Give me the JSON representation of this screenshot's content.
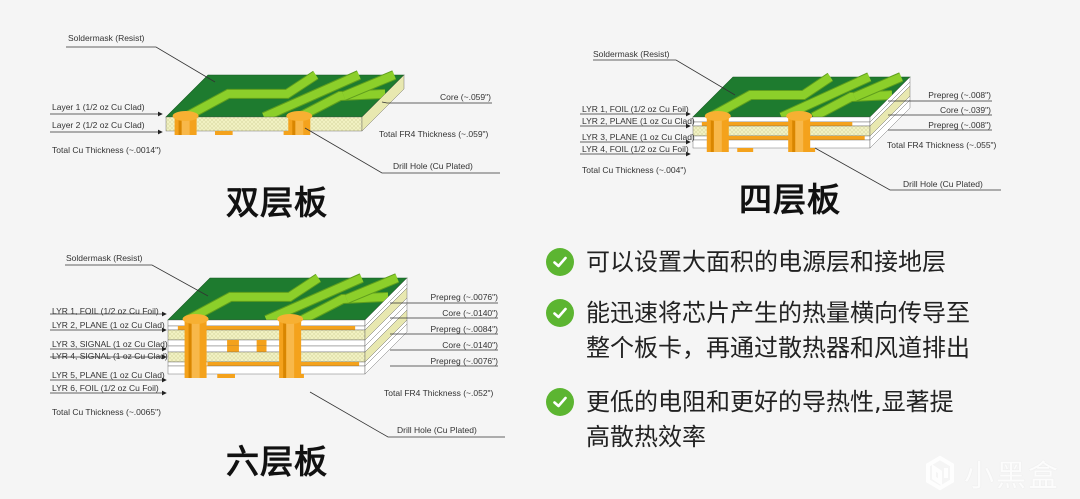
{
  "two_layer": {
    "title": "双层板",
    "soldermask": "Soldermask (Resist)",
    "layer1": "Layer 1 (1/2 oz Cu Clad)",
    "layer2": "Layer 2 (1/2 oz Cu Clad)",
    "total_cu": "Total Cu Thickness (~.0014\")",
    "core": "Core (~.059\")",
    "total_fr4": "Total FR4 Thickness (~.059\")",
    "drill": "Drill Hole (Cu Plated)"
  },
  "four_layer": {
    "title": "四层板",
    "soldermask": "Soldermask (Resist)",
    "layers": [
      "LYR 1, FOIL (1/2 oz Cu Foil)",
      "LYR 2, PLANE (1 oz Cu Clad)",
      "LYR 3, PLANE (1 oz Cu Clad)",
      "LYR 4, FOIL (1/2 oz Cu Foil)"
    ],
    "total_cu": "Total Cu Thickness (~.004\")",
    "right": [
      "Prepreg (~.008\")",
      "Core (~.039\")",
      "Prepreg (~.008\")"
    ],
    "total_fr4": "Total FR4 Thickness (~.055\")",
    "drill": "Drill Hole (Cu Plated)"
  },
  "six_layer": {
    "title": "六层板",
    "soldermask": "Soldermask (Resist)",
    "layers": [
      "LYR 1, FOIL (1/2 oz Cu Foil)",
      "LYR 2, PLANE (1 oz Cu Clad)",
      "LYR 3, SIGNAL (1 oz Cu Clad)",
      "LYR 4, SIGNAL (1 oz Cu Clad)",
      "LYR 5, PLANE (1 oz Cu Clad)",
      "LYR 6, FOIL (1/2 oz Cu Foil)"
    ],
    "total_cu": "Total Cu Thickness (~.0065\")",
    "right": [
      "Prepreg (~.0076\")",
      "Core (~.0140\")",
      "Prepreg (~.0084\")",
      "Core (~.0140\")",
      "Prepreg (~.0076\")"
    ],
    "total_fr4": "Total FR4 Thickness (~.052\")",
    "drill": "Drill Hole (Cu Plated)"
  },
  "bullets": [
    {
      "icon": "check-circle-icon",
      "lines": [
        "可以设置大面积的电源层和接地层"
      ]
    },
    {
      "icon": "check-circle-icon",
      "lines": [
        "能迅速将芯片产生的热量横向传导至",
        "整个板卡，再通过散热器和风道排出"
      ]
    },
    {
      "icon": "check-circle-icon",
      "lines": [
        "更低的电阻和更好的导热性,显著提",
        "高散热效率"
      ]
    }
  ],
  "watermark": "小黑盒",
  "colors": {
    "soldermask": "#1e7b2f",
    "trace": "#8ccf2a",
    "copper": "#f4a21c",
    "core": "#f2f2c4",
    "check": "#5cb531"
  }
}
